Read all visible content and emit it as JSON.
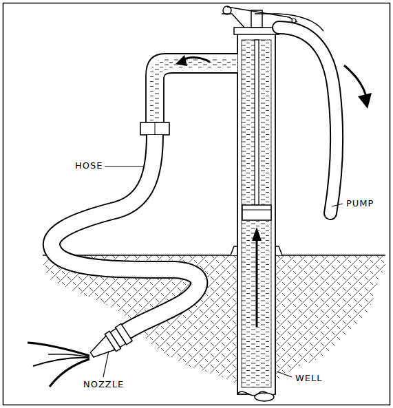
{
  "diagram": {
    "labels": [
      "HOSE",
      "PUMP",
      "NOZZLE",
      "WELL"
    ]
  }
}
